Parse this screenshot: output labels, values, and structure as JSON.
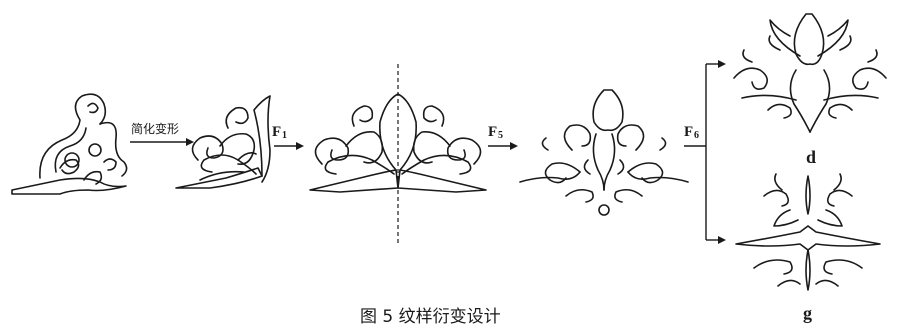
{
  "labels": {
    "simplify": "简化变形",
    "f1_main": "F",
    "f1_sub": "1",
    "f5_main": "F",
    "f5_sub": "5",
    "f6_main": "F",
    "f6_sub": "6",
    "variant_d": "d",
    "variant_g": "g"
  },
  "caption": "图 5  纹样衍变设计",
  "colors": {
    "ink": "#1a1a1a",
    "background": "#ffffff"
  }
}
